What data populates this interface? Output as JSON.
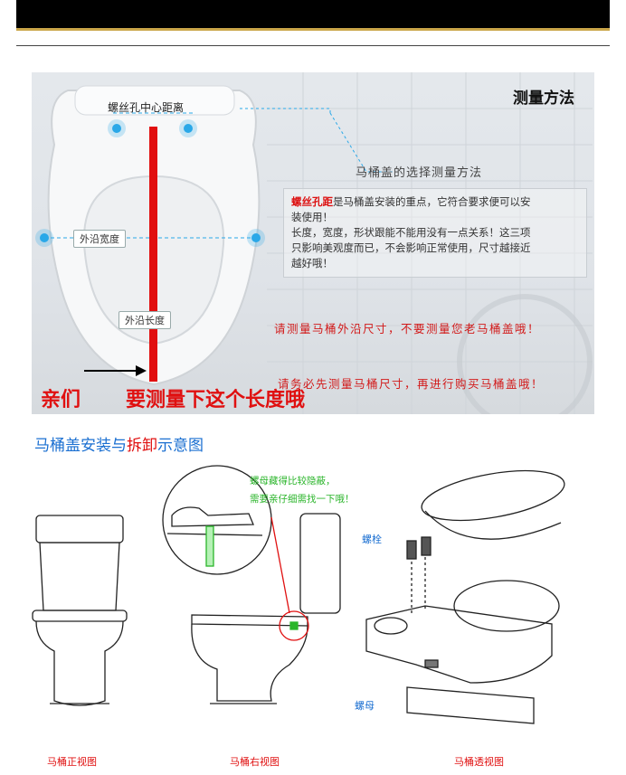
{
  "measure_panel": {
    "title": "测量方法",
    "subtitle": "马桶盖的选择测量方法",
    "hole_label": "螺丝孔中心距离",
    "outer_width_label": "外沿宽度",
    "outer_length_label": "外沿长度",
    "note_highlight": "螺丝孔距",
    "note_line1_rest": "是马桶盖安装的重点，它符合要求便可以安",
    "note_line2": "装使用！",
    "note_line3": "长度，宽度，形状跟能不能用没有一点关系！这三项",
    "note_line4": "只影响美观度而已，不会影响正常使用，尺寸越接近",
    "note_line5": "越好哦！",
    "red_line1": "请测量马桶外沿尺寸，不要测量您老马桶盖哦！",
    "red_line2": "请务必先测量马桶尺寸，再进行购买马桶盖哦！",
    "big_left": "亲们",
    "big_right": "要测量下这个长度哦"
  },
  "install_section": {
    "title_part1": "马桶盖安装与",
    "title_part2": "拆卸",
    "title_part3": "示意图",
    "green_note_1": "螺母藏得比较隐蔽，",
    "green_note_2": "需要亲仔细需找一下哦！",
    "bolt_label": "螺栓",
    "nut_label": "螺母",
    "captions": [
      "马桶正视图",
      "马桶右视图",
      "马桶透视图"
    ]
  },
  "colors": {
    "accent_red": "#e01010",
    "accent_blue": "#1a6fd1",
    "accent_green": "#2bb52b",
    "gold": "#caa64a"
  }
}
